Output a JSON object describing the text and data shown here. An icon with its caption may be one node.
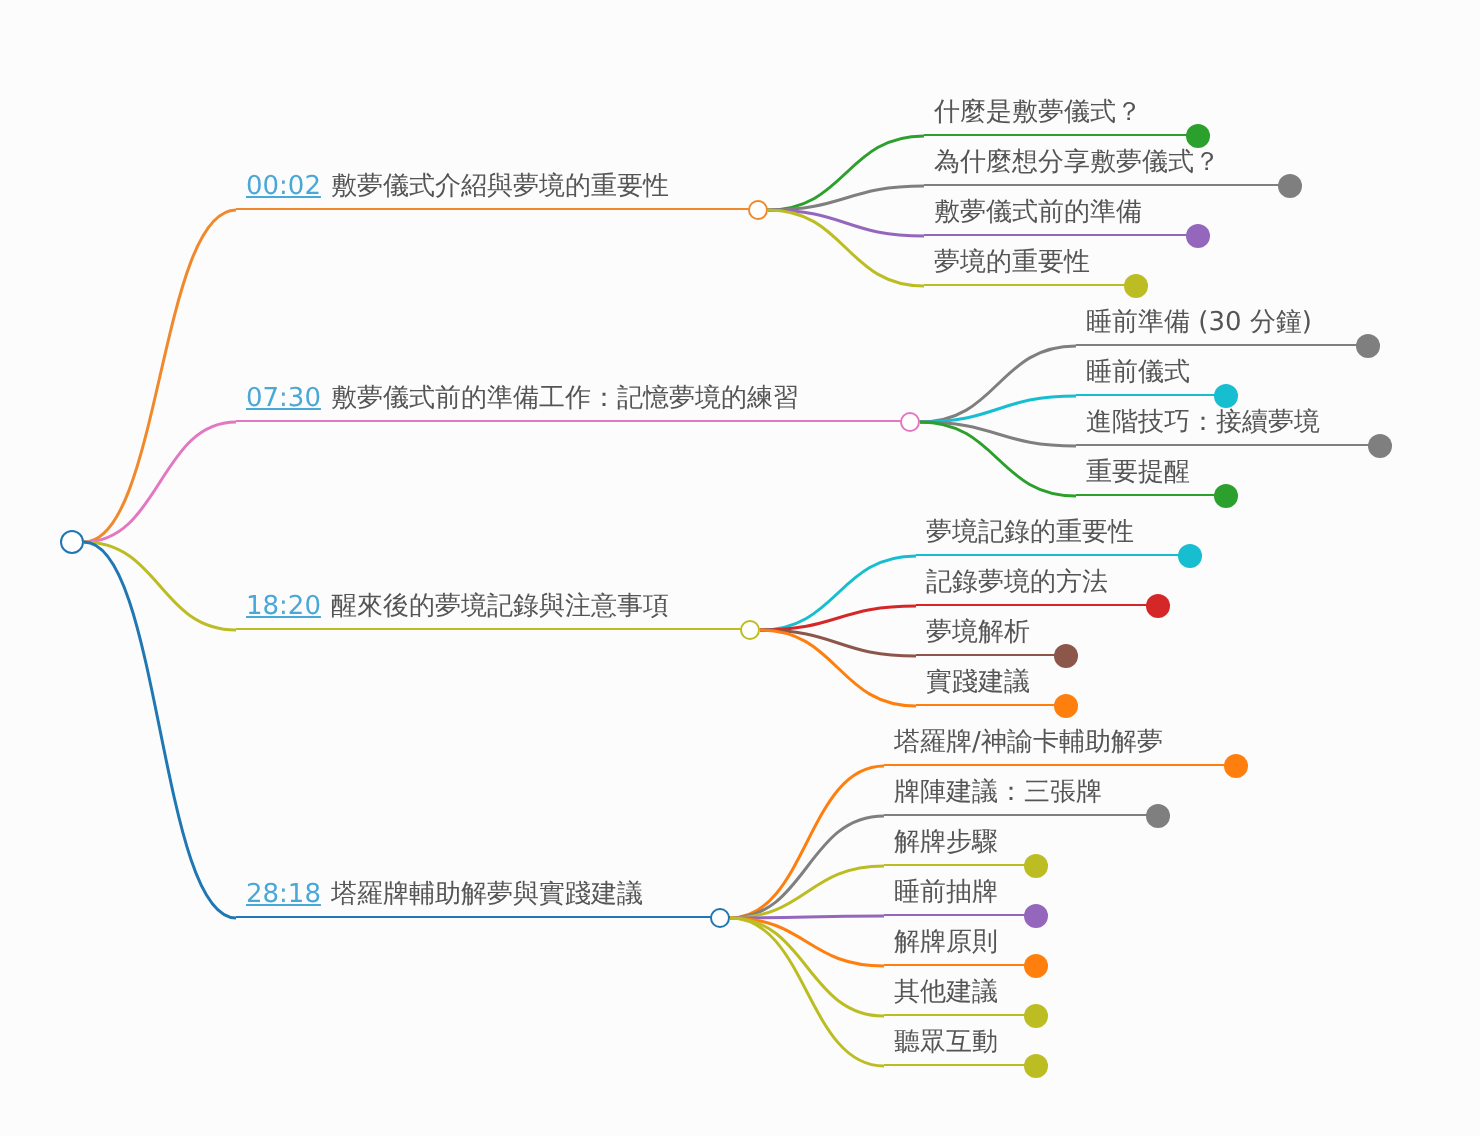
{
  "diagram": {
    "nodes": [
      {
        "text": [],
        "shape": "circle"
      },
      {
        "text": [
          "00:02",
          "敷夢儀式介紹與夢境的重要性"
        ]
      },
      {
        "text": [
          "什麼是敷夢儀式？"
        ]
      },
      {
        "text": [
          "為什麼想分享敷夢儀式？"
        ]
      },
      {
        "text": [
          "敷夢儀式前的準備"
        ]
      },
      {
        "text": [
          "夢境的重要性"
        ]
      },
      {
        "text": [
          "07:30",
          "敷夢儀式前的準備工作：記憶夢境的練習"
        ]
      },
      {
        "text": [
          "睡前準備 (30 分鐘)"
        ]
      },
      {
        "text": [
          "睡前儀式"
        ]
      },
      {
        "text": [
          "進階技巧：接續夢境"
        ]
      },
      {
        "text": [
          "重要提醒"
        ]
      },
      {
        "text": [
          "18:20",
          "醒來後的夢境記錄與注意事項"
        ]
      },
      {
        "text": [
          "夢境記錄的重要性"
        ]
      },
      {
        "text": [
          "記錄夢境的方法"
        ]
      },
      {
        "text": [
          "夢境解析"
        ]
      },
      {
        "text": [
          "實踐建議"
        ]
      },
      {
        "text": [
          "28:18",
          "塔羅牌輔助解夢與實踐建議"
        ]
      },
      {
        "text": [
          "塔羅牌/神諭卡輔助解夢"
        ]
      },
      {
        "text": [
          "牌陣建議：三張牌"
        ]
      },
      {
        "text": [
          "解牌步驟"
        ]
      },
      {
        "text": [
          "睡前抽牌"
        ]
      },
      {
        "text": [
          "解牌原則"
        ]
      },
      {
        "text": [
          "其他建議"
        ]
      },
      {
        "text": [
          "聽眾互動"
        ]
      }
    ],
    "edges": [
      {
        "from": 0,
        "to": 1,
        "arrow": "none",
        "color": "#f0892b"
      },
      {
        "from": 1,
        "to": 2,
        "arrow": "none",
        "color": "#2ca02c"
      },
      {
        "from": 1,
        "to": 3,
        "arrow": "none",
        "color": "#7f7f7f"
      },
      {
        "from": 1,
        "to": 4,
        "arrow": "none",
        "color": "#9467bd"
      },
      {
        "from": 1,
        "to": 5,
        "arrow": "none",
        "color": "#bcbd22"
      },
      {
        "from": 0,
        "to": 6,
        "arrow": "none",
        "color": "#e377c2"
      },
      {
        "from": 6,
        "to": 7,
        "arrow": "none",
        "color": "#7f7f7f"
      },
      {
        "from": 6,
        "to": 8,
        "arrow": "none",
        "color": "#17becf"
      },
      {
        "from": 6,
        "to": 9,
        "arrow": "none",
        "color": "#7f7f7f"
      },
      {
        "from": 6,
        "to": 10,
        "arrow": "none",
        "color": "#2ca02c"
      },
      {
        "from": 0,
        "to": 11,
        "arrow": "none",
        "color": "#bcbd22"
      },
      {
        "from": 11,
        "to": 12,
        "arrow": "none",
        "color": "#17becf"
      },
      {
        "from": 11,
        "to": 13,
        "arrow": "none",
        "color": "#d62728"
      },
      {
        "from": 11,
        "to": 14,
        "arrow": "none",
        "color": "#8c564b"
      },
      {
        "from": 11,
        "to": 15,
        "arrow": "none",
        "color": "#ff7f0e"
      },
      {
        "from": 0,
        "to": 16,
        "arrow": "none",
        "color": "#1f77b4"
      },
      {
        "from": 16,
        "to": 17,
        "arrow": "none",
        "color": "#ff7f0e"
      },
      {
        "from": 16,
        "to": 18,
        "arrow": "none",
        "color": "#7f7f7f"
      },
      {
        "from": 16,
        "to": 19,
        "arrow": "none",
        "color": "#bcbd22"
      },
      {
        "from": 16,
        "to": 20,
        "arrow": "none",
        "color": "#9467bd"
      },
      {
        "from": 16,
        "to": 21,
        "arrow": "none",
        "color": "#ff7f0e"
      },
      {
        "from": 16,
        "to": 22,
        "arrow": "none",
        "color": "#bcbd22"
      },
      {
        "from": 16,
        "to": 23,
        "arrow": "none",
        "color": "#bcbd22"
      }
    ]
  }
}
